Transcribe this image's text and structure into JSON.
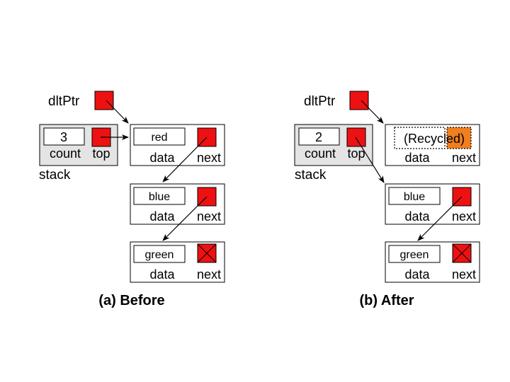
{
  "before": {
    "pointer_label": "dltPtr",
    "stack": {
      "count_value": "3",
      "count_label": "count",
      "top_label": "top",
      "name": "stack"
    },
    "nodes": [
      {
        "data": "red",
        "data_label": "data",
        "next_label": "next"
      },
      {
        "data": "blue",
        "data_label": "data",
        "next_label": "next"
      },
      {
        "data": "green",
        "data_label": "data",
        "next_label": "next"
      }
    ],
    "caption": "(a) Before"
  },
  "after": {
    "pointer_label": "dltPtr",
    "stack": {
      "count_value": "2",
      "count_label": "count",
      "top_label": "top",
      "name": "stack"
    },
    "recycled_label": "(Recycled)",
    "nodes": [
      {
        "data_label": "data",
        "next_label": "next"
      },
      {
        "data": "blue",
        "data_label": "data",
        "next_label": "next"
      },
      {
        "data": "green",
        "data_label": "data",
        "next_label": "next"
      }
    ],
    "caption": "(b) After"
  },
  "colors": {
    "pointer": "#ee1111",
    "recycled": "#f07f1f",
    "stack_fill": "#e4e4e4"
  }
}
